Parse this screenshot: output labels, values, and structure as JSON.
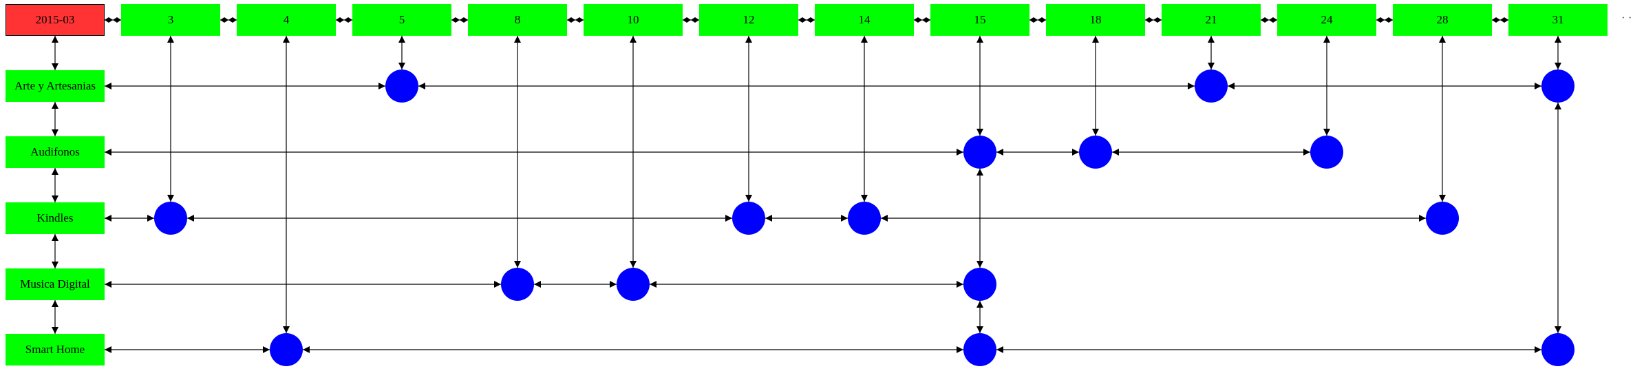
{
  "month": "2015-03",
  "days": [
    "3",
    "4",
    "5",
    "8",
    "10",
    "12",
    "14",
    "15",
    "18",
    "21",
    "24",
    "28",
    "31"
  ],
  "trailing": "· ·",
  "categories": [
    {
      "label": "Arte y Artesanias",
      "events": [
        "5",
        "21",
        "31"
      ]
    },
    {
      "label": "Audifonos",
      "events": [
        "15",
        "18",
        "24"
      ]
    },
    {
      "label": "Kindles",
      "events": [
        "3",
        "12",
        "14",
        "28"
      ]
    },
    {
      "label": "Musica Digital",
      "events": [
        "8",
        "10",
        "15"
      ]
    },
    {
      "label": "Smart Home",
      "events": [
        "4",
        "15",
        "31"
      ]
    }
  ],
  "colors": {
    "month_fill": "#ff3333",
    "day_fill": "#00ff00",
    "category_fill": "#00ff00",
    "event_node": "#0000ff",
    "edge": "#000000"
  }
}
